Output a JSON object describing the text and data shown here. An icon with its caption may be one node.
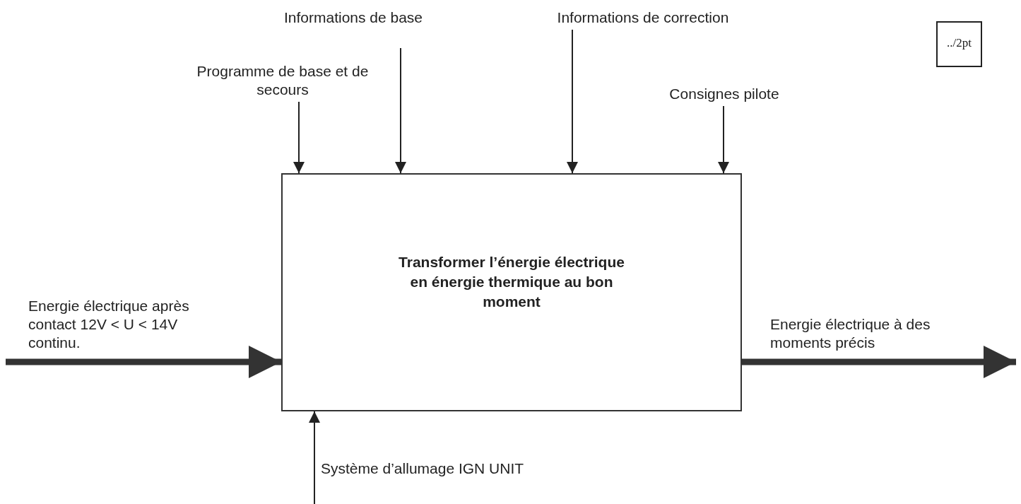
{
  "diagram": {
    "nodes": [
      {
        "text": [
          "Informations de base"
        ]
      },
      {
        "text": [
          "Informations de correction"
        ]
      },
      {
        "text": [
          "../2pt"
        ]
      },
      {
        "text": [
          "Programme de base et de secours"
        ]
      },
      {
        "text": [
          "Consignes pilote"
        ]
      },
      {
        "text": [
          "Transformer l’énergie électrique en énergie thermique au bon moment"
        ]
      }
    ],
    "edges": [
      {
        "from": 3,
        "to": 5,
        "arrow": "to"
      },
      {
        "from": 0,
        "to": 5,
        "arrow": "to"
      },
      {
        "from": 1,
        "to": 5,
        "arrow": "to"
      },
      {
        "from": 4,
        "to": 5,
        "arrow": "to"
      },
      {
        "from": null,
        "to": 5,
        "arrow": "to",
        "style": "thick",
        "label": "Energie électrique après contact 12V < U < 14V continu."
      },
      {
        "from": 5,
        "to": null,
        "arrow": "to",
        "style": "thick",
        "label": "Energie électrique à des moments précis"
      },
      {
        "from": null,
        "to": 5,
        "arrow": "to",
        "label": "Système d’allumage IGN UNIT"
      }
    ]
  }
}
